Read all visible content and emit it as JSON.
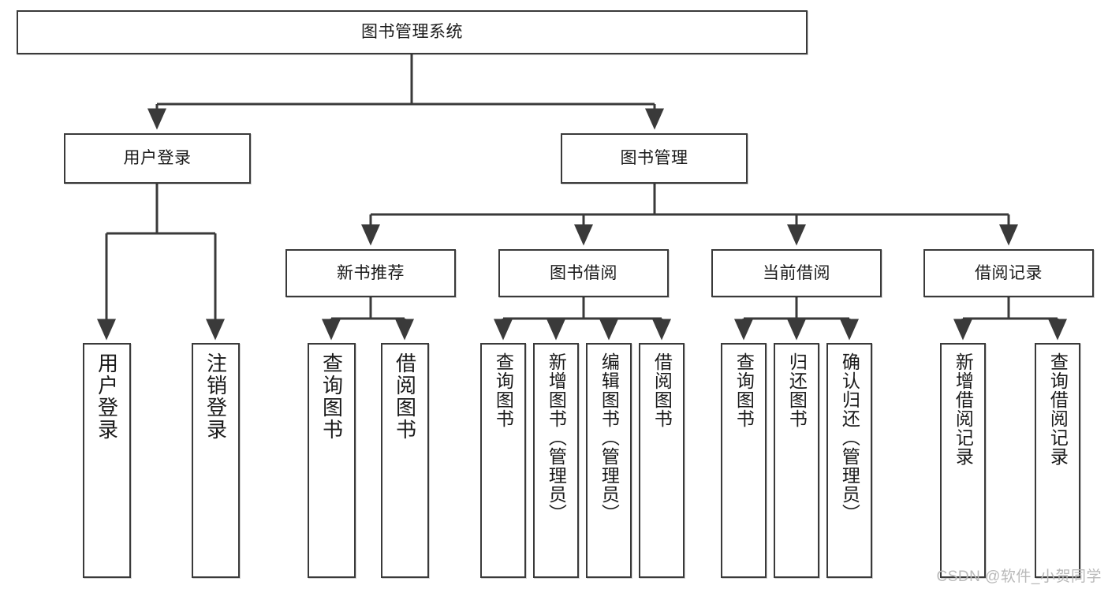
{
  "diagram": {
    "type": "tree-hierarchy-chart",
    "title": "图书管理系统",
    "watermark": "CSDN @软件_小贺同学",
    "colors": {
      "box_border": "#3a3a3a",
      "box_fill": "#ffffff",
      "edge": "#3a3a3a",
      "text": "#1a1a1a",
      "watermark": "#b9b9b9"
    },
    "nodes": {
      "root": {
        "label": "图书管理系统",
        "orientation": "horizontal"
      },
      "user_login": {
        "label": "用户登录",
        "orientation": "horizontal"
      },
      "book_manage": {
        "label": "图书管理",
        "orientation": "horizontal"
      },
      "new_book_recommend": {
        "label": "新书推荐",
        "orientation": "horizontal"
      },
      "book_borrow": {
        "label": "图书借阅",
        "orientation": "horizontal"
      },
      "current_borrow": {
        "label": "当前借阅",
        "orientation": "horizontal"
      },
      "borrow_record": {
        "label": "借阅记录",
        "orientation": "horizontal"
      },
      "leaf_user_login": {
        "label": "用户登录",
        "orientation": "vertical"
      },
      "leaf_logout": {
        "label": "注销登录",
        "orientation": "vertical"
      },
      "leaf_query_book_1": {
        "label": "查询图书",
        "orientation": "vertical"
      },
      "leaf_borrow_book_1": {
        "label": "借阅图书",
        "orientation": "vertical"
      },
      "leaf_query_book_2": {
        "label": "查询图书",
        "orientation": "vertical"
      },
      "leaf_add_book": {
        "label": "新增图书（管理员）",
        "orientation": "vertical"
      },
      "leaf_edit_book": {
        "label": "编辑图书（管理员）",
        "orientation": "vertical"
      },
      "leaf_borrow_book_2": {
        "label": "借阅图书",
        "orientation": "vertical"
      },
      "leaf_query_book_3": {
        "label": "查询图书",
        "orientation": "vertical"
      },
      "leaf_return_book": {
        "label": "归还图书",
        "orientation": "vertical"
      },
      "leaf_confirm_return": {
        "label": "确认归还（管理员）",
        "orientation": "vertical"
      },
      "leaf_add_record": {
        "label": "新增借阅记录",
        "orientation": "vertical"
      },
      "leaf_query_record": {
        "label": "查询借阅记录",
        "orientation": "vertical"
      }
    }
  }
}
